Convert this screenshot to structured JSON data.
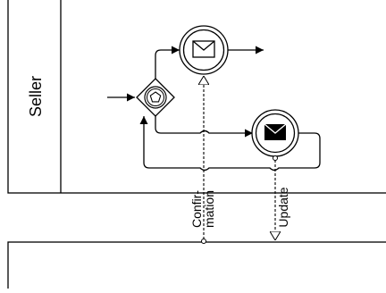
{
  "pool_top": {
    "lane_label": "Seller"
  },
  "pool_bottom": {
    "lane_label": ""
  },
  "message_flows": {
    "confirmation": {
      "label_line1": "Confir-",
      "label_line2": "mation"
    },
    "update": {
      "label": "Update"
    }
  },
  "icons": {
    "gateway": "event-based-gateway-icon",
    "send_event": "envelope-outline-icon",
    "receive_event": "envelope-filled-icon"
  },
  "colors": {
    "stroke": "#000000",
    "background": "#ffffff"
  }
}
